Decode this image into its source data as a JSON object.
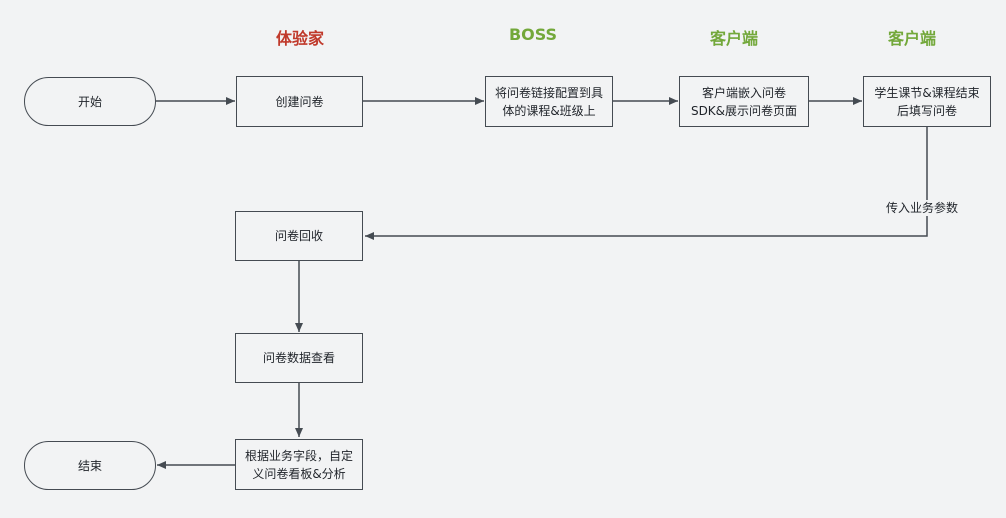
{
  "colors": {
    "lane_red": "#c0392b",
    "lane_green": "#73a83a",
    "stroke": "#454b52",
    "background": "#f2f3f4"
  },
  "lanes": [
    {
      "label": "体验家",
      "color": "red"
    },
    {
      "label": "BOSS",
      "color": "green"
    },
    {
      "label": "客户端",
      "color": "green"
    },
    {
      "label": "客户端",
      "color": "green"
    }
  ],
  "nodes": {
    "start": "开始",
    "create": "创建问卷",
    "configure": "将问卷链接配置到具体的课程&班级上",
    "embed": "客户端嵌入问卷SDK&展示问卷页面",
    "fill": "学生课节&课程结束后填写问卷",
    "collect": "问卷回收",
    "view": "问卷数据查看",
    "custom": "根据业务字段，自定义问卷看板&分析",
    "end": "结束"
  },
  "edge_labels": {
    "params": "传入业务参数"
  }
}
